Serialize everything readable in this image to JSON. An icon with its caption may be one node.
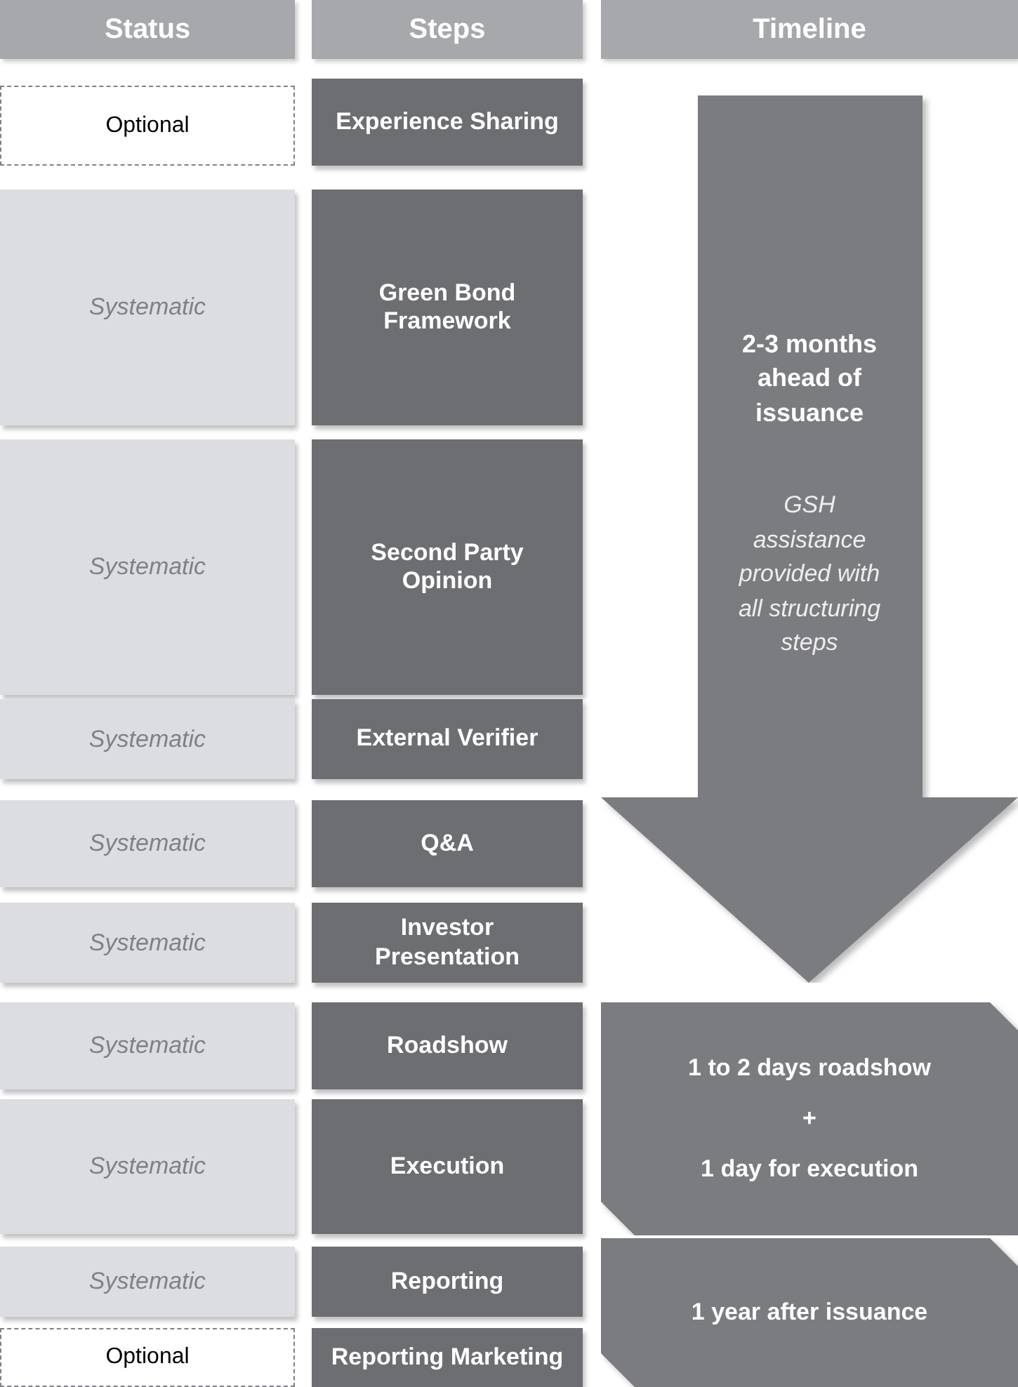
{
  "diagram": {
    "nodes": [
      {
        "text": [
          "Status"
        ]
      },
      {
        "text": [
          "Steps"
        ]
      },
      {
        "text": [
          "Timeline"
        ]
      },
      {
        "text": [
          "Optional"
        ]
      },
      {
        "text": [
          "Experience Sharing"
        ]
      },
      {
        "text": [
          "Systematic"
        ]
      },
      {
        "text": [
          "Green Bond Framework"
        ]
      },
      {
        "text": [
          "Systematic"
        ]
      },
      {
        "text": [
          "Second Party Opinion"
        ]
      },
      {
        "text": [
          "Systematic"
        ]
      },
      {
        "text": [
          "External Verifier"
        ]
      },
      {
        "text": [
          "Systematic"
        ]
      },
      {
        "text": [
          "Q&A"
        ]
      },
      {
        "text": [
          "Systematic"
        ]
      },
      {
        "text": [
          "Investor Presentation"
        ]
      },
      {
        "text": [
          "Systematic"
        ]
      },
      {
        "text": [
          "Roadshow"
        ]
      },
      {
        "text": [
          "Systematic"
        ]
      },
      {
        "text": [
          "Execution"
        ]
      },
      {
        "text": [
          "Systematic"
        ]
      },
      {
        "text": [
          "Reporting"
        ]
      },
      {
        "text": [
          "Optional"
        ]
      },
      {
        "text": [
          "Reporting Marketing"
        ]
      },
      {
        "text": [
          "2-3 months ahead of issuance",
          "GSH assistance provided with all structuring steps"
        ]
      },
      {
        "text": [
          "1 to 2 days roadshow",
          "+",
          "1 day for execution"
        ]
      },
      {
        "text": [
          "1 year after issuance"
        ]
      }
    ]
  }
}
